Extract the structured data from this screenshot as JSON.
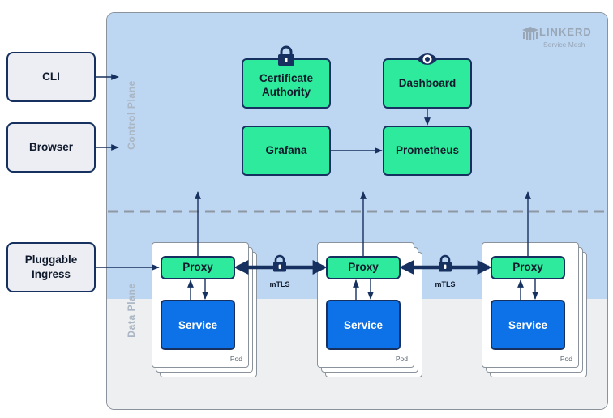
{
  "brand": {
    "name": "LINKERD",
    "tagline": "Service Mesh"
  },
  "planes": {
    "control": "Control Plane",
    "data": "Data Plane"
  },
  "clients": {
    "cli": "CLI",
    "browser": "Browser",
    "ingress": "Pluggable Ingress"
  },
  "control": {
    "certificate_authority": "Certificate Authority",
    "dashboard": "Dashboard",
    "grafana": "Grafana",
    "prometheus": "Prometheus"
  },
  "pods": [
    {
      "proxy": "Proxy",
      "service": "Service",
      "label": "Pod"
    },
    {
      "proxy": "Proxy",
      "service": "Service",
      "label": "Pod"
    },
    {
      "proxy": "Proxy",
      "service": "Service",
      "label": "Pod"
    }
  ],
  "links": [
    {
      "label": "mTLS"
    },
    {
      "label": "mTLS"
    }
  ],
  "icons": [
    "lock-icon",
    "eye-icon",
    "linkerd-logo-icon"
  ],
  "colors": {
    "control_plane_bg": "#bdd6f1",
    "data_plane_bg": "#eeeff0",
    "component_fill": "#2eea9c",
    "service_fill": "#0d72e8",
    "outline": "#16315f"
  }
}
